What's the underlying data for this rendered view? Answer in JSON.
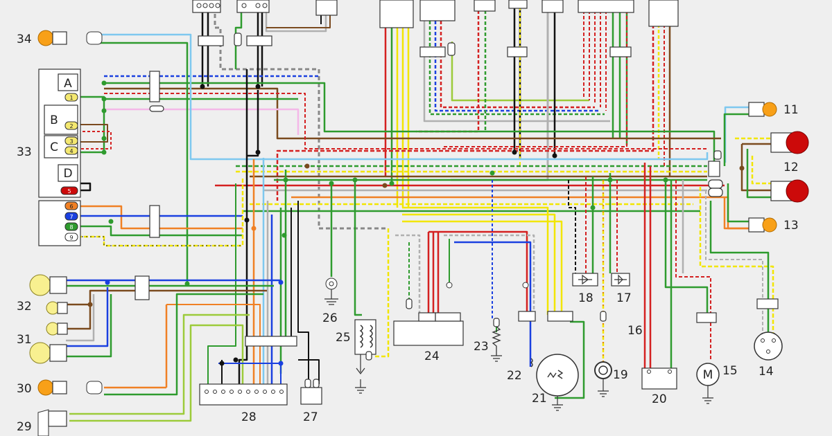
{
  "colors": {
    "background": "#efefef",
    "green": "#2e9b2e",
    "light_green": "#9ccb3a",
    "light_blue": "#7ec8ef",
    "blue": "#1a40e0",
    "brown": "#7a4a1e",
    "red": "#d42020",
    "yellow": "#f2e600",
    "orange": "#f08024",
    "black": "#111111",
    "gray": "#b0b0b0",
    "pink": "#f4b8e8",
    "amber_bulb": "#f8a018",
    "tail_red": "#cc0a0a",
    "head_yellow": "#f8f090"
  },
  "component_labels": [
    {
      "id": "c34",
      "text": "34"
    },
    {
      "id": "c33",
      "text": "33"
    },
    {
      "id": "c32",
      "text": "32"
    },
    {
      "id": "c31",
      "text": "31"
    },
    {
      "id": "c30",
      "text": "30"
    },
    {
      "id": "c29",
      "text": "29"
    },
    {
      "id": "c28",
      "text": "28"
    },
    {
      "id": "c27",
      "text": "27"
    },
    {
      "id": "c26",
      "text": "26"
    },
    {
      "id": "c25",
      "text": "25"
    },
    {
      "id": "c24",
      "text": "24"
    },
    {
      "id": "c23",
      "text": "23"
    },
    {
      "id": "c22",
      "text": "22"
    },
    {
      "id": "c21",
      "text": "21"
    },
    {
      "id": "c20",
      "text": "20"
    },
    {
      "id": "c19",
      "text": "19"
    },
    {
      "id": "c18",
      "text": "18"
    },
    {
      "id": "c17",
      "text": "17"
    },
    {
      "id": "c16",
      "text": "16"
    },
    {
      "id": "c15",
      "text": "15"
    },
    {
      "id": "c14",
      "text": "14"
    },
    {
      "id": "c13",
      "text": "13"
    },
    {
      "id": "c12",
      "text": "12"
    },
    {
      "id": "c11",
      "text": "11"
    }
  ],
  "switch_block_letters": [
    "A",
    "B",
    "C",
    "D"
  ],
  "switch_pins": [
    "1",
    "2",
    "3",
    "4",
    "5",
    "6",
    "7",
    "8",
    "9"
  ],
  "motor_symbol": "M"
}
